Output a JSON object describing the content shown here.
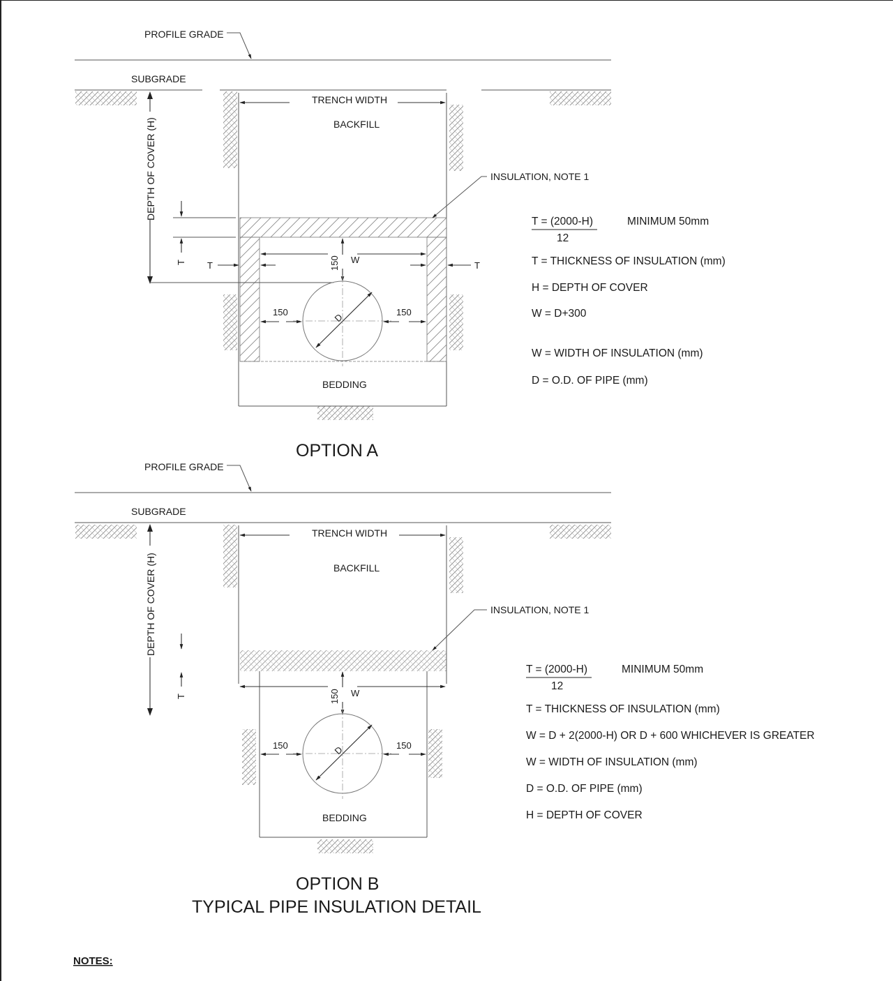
{
  "option_a": {
    "title": "OPTION A",
    "profile_grade": "PROFILE GRADE",
    "subgrade": "SUBGRADE",
    "trench_width": "TRENCH WIDTH",
    "backfill": "BACKFILL",
    "insulation_note": "INSULATION, NOTE 1",
    "depth_of_cover": "DEPTH OF COVER (H)",
    "bedding": "BEDDING",
    "dim_t": "T",
    "dim_w": "W",
    "dim_150": "150",
    "dim_d": "D",
    "formula_t_numerator": "T = (2000-H)",
    "formula_t_denominator": "12",
    "formula_minimum": "MINIMUM 50mm",
    "legend": [
      "T = THICKNESS OF INSULATION (mm)",
      "H = DEPTH OF COVER",
      "W = D+300",
      "W = WIDTH OF INSULATION (mm)",
      "D = O.D. OF PIPE (mm)"
    ]
  },
  "option_b": {
    "title": "OPTION B",
    "profile_grade": "PROFILE GRADE",
    "subgrade": "SUBGRADE",
    "trench_width": "TRENCH WIDTH",
    "backfill": "BACKFILL",
    "insulation_note": "INSULATION, NOTE 1",
    "depth_of_cover": "DEPTH OF COVER (H)",
    "bedding": "BEDDING",
    "dim_t": "T",
    "dim_w": "W",
    "dim_150": "150",
    "dim_d": "D",
    "formula_t_numerator": "T = (2000-H)",
    "formula_t_denominator": "12",
    "formula_minimum": "MINIMUM 50mm",
    "legend": [
      "T = THICKNESS OF INSULATION (mm)",
      "W = D + 2(2000-H) OR D + 600 WHICHEVER IS GREATER",
      "W = WIDTH OF INSULATION (mm)",
      "D = O.D. OF PIPE (mm)",
      "H = DEPTH OF COVER"
    ]
  },
  "drawing_title": "TYPICAL PIPE INSULATION DETAIL",
  "notes_heading": "NOTES:"
}
